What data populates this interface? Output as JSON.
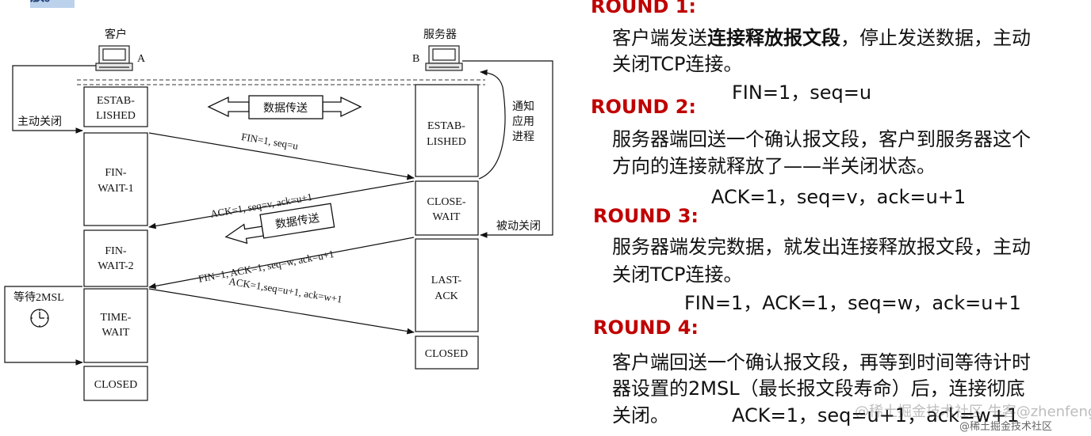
{
  "corner_text": "放。",
  "diagram": {
    "client_label": "客户",
    "client_id": "A",
    "server_label": "服务器",
    "server_id": "B",
    "active_close": "主动关闭",
    "passive_close": "被动关闭",
    "notify_app": [
      "通知",
      "应用",
      "进程"
    ],
    "data_transfer_1": "数据传送",
    "data_transfer_2": "数据传送",
    "wait_2msl": "等待2MSL",
    "client_states": [
      [
        "ESTAB-",
        "LISHED"
      ],
      [
        "FIN-",
        "WAIT-1"
      ],
      [
        "FIN-",
        "WAIT-2"
      ],
      [
        "TIME-",
        "WAIT"
      ],
      [
        "CLOSED"
      ]
    ],
    "server_states": [
      [
        "ESTAB-",
        "LISHED"
      ],
      [
        "CLOSE-",
        "WAIT"
      ],
      [
        "LAST-",
        "ACK"
      ],
      [
        "CLOSED"
      ]
    ],
    "messages": [
      "FIN=1, seq=u",
      "ACK=1, seq=v, ack=u+1",
      "FIN=1, ACK=1, seq=w, ack=u+1",
      "ACK=1,seq=u+1, ack=w+1"
    ]
  },
  "rounds": [
    {
      "title": "ROUND 1:",
      "line1_pre": "客户端发送",
      "line1_bold": "连接释放报文段",
      "line1_post": "，停止发送数据，主动",
      "line2": "关闭TCP连接。",
      "formula": "FIN=1，seq=u"
    },
    {
      "title": "ROUND 2:",
      "line1": "服务器端回送一个确认报文段，客户到服务器这个",
      "line2": "方向的连接就释放了——半关闭状态。",
      "formula": "ACK=1，seq=v，ack=u+1"
    },
    {
      "title": "ROUND 3:",
      "line1": "服务器端发完数据，就发出连接释放报文段，主动",
      "line2": "关闭TCP连接。",
      "formula": "FIN=1，ACK=1，seq=w，ack=u+1"
    },
    {
      "title": "ROUND 4:",
      "line1": "客户端回送一个确认报文段，再等到时间等待计时",
      "line2": "器设置的2MSL（最长报文段寿命）后，连接彻底",
      "line3": "关闭。",
      "formula": "ACK=1，seq=u+1，ack=w+1"
    }
  ],
  "watermark": "@稀土掘金技术社区 牛客@zhenfeng",
  "watermark_sub": "@稀土掘金技术社区"
}
